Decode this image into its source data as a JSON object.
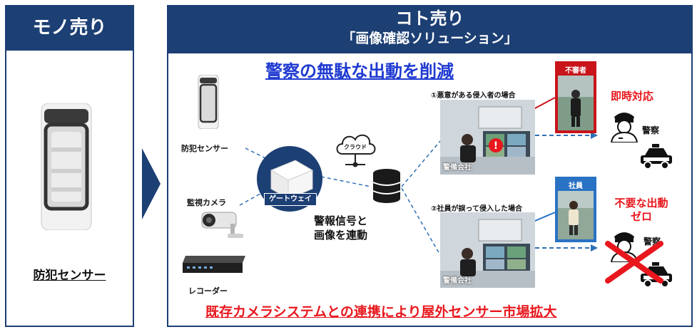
{
  "left": {
    "header": "モノ売り",
    "product_label": "防犯センサー"
  },
  "right": {
    "header_line1": "コト売り",
    "header_line2": "「画像確認ソリューション」",
    "headline": "警察の無駄な出動を削減",
    "devices": {
      "sensor": "防犯センサー",
      "camera": "監視カメラ",
      "recorder": "レコーダー"
    },
    "gateway": "ゲートウェイ",
    "cloud": "クラウド",
    "link_text": [
      "警報信号と",
      "画像を連動"
    ],
    "case1": {
      "title": "①悪意がある侵入者の場合",
      "badge": "不審者",
      "security_company": "警備会社",
      "result": "即時対応",
      "police": "警察"
    },
    "case2": {
      "title": "②社員が誤って侵入した場合",
      "badge": "社員",
      "security_company": "警備会社",
      "result_line1": "不要な出動",
      "result_line2": "ゼロ",
      "police": "警察"
    },
    "footer": "既存カメラシステムとの連携により屋外センサー市場拡大"
  },
  "colors": {
    "navy": "#1c3f74",
    "headline_blue": "#1f3ad1",
    "alert_red": "#e8171d",
    "badge_red": "#c8141a",
    "badge_blue": "#2a72c4",
    "dashed_line": "#2f6fb5"
  }
}
